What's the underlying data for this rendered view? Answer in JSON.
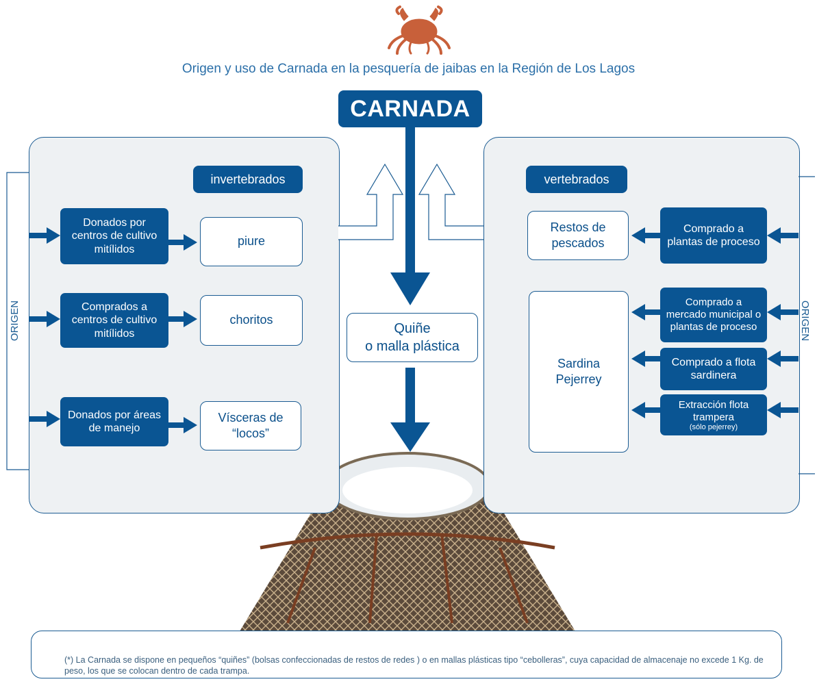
{
  "header": {
    "icon": "crab-icon",
    "title": "Origen y uso de Carnada en la pesquería de jaibas en la Región de Los Lagos"
  },
  "center": {
    "main": "CARNADA",
    "container_line1": "Quiñe",
    "container_line2": "o malla plástica"
  },
  "left": {
    "tag": "invertebrados",
    "side_label": "ORIGEN",
    "rows": [
      {
        "source": "Donados por centros de cultivo mitílidos",
        "product": "piure"
      },
      {
        "source": "Comprados a centros de cultivo mitílidos",
        "product": "choritos"
      },
      {
        "source": "Donados por áreas de manejo",
        "product": "Vísceras de “locos”"
      }
    ]
  },
  "right": {
    "tag": "vertebrados",
    "side_label": "ORIGEN",
    "products": [
      "Restos de pescados",
      "Sardina Pejerrey"
    ],
    "sources": [
      "Comprado a plantas de proceso",
      "Comprado a mercado municipal o plantas de proceso",
      "Comprado a flota sardinera",
      "Extracción flota trampera",
      "(sólo pejerrey)"
    ]
  },
  "footer": {
    "note": "(*) La Carnada se dispone en pequeños “quiñes” (bolsas confeccionadas de restos de redes ) o en mallas plásticas tipo “cebolleras”, cuya capacidad de almacenaje no excede 1 Kg. de peso, los que se colocan dentro de cada trampa."
  },
  "colors": {
    "primary": "#0a5593",
    "accent": "#c8603a",
    "panel": "#eef1f3"
  }
}
